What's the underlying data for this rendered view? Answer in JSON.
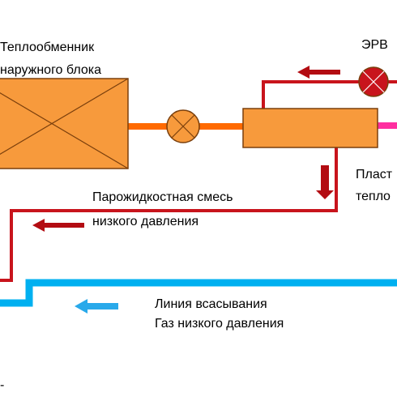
{
  "labels": {
    "hx_line1": "Теплообменник",
    "hx_line2": "наружного блока",
    "erv": "ЭРВ",
    "plate_line1": "Пласт",
    "plate_line2": "теплo",
    "mix_line1": "Парожидкостная смесь",
    "mix_line2": "низкого давления",
    "suction_line1": "Линия всасывания",
    "suction_line2": "Газ низкого давления",
    "corner_mark": "-"
  },
  "colors": {
    "hx_fill": "#f79a3c",
    "hx_stroke": "#7a3f0c",
    "valve_fill": "#f79a3c",
    "erv_fill": "#c8141c",
    "red_line": "#c8141c",
    "arrow_red": "#b30c12",
    "orange_pipe": "#ff6a00",
    "blue_line": "#00b0f0",
    "arrow_blue": "#29a9ea",
    "pink_pipe": "#ff2fa0"
  },
  "icons": {
    "heat_exchanger": "heat-exchanger-x-icon",
    "expansion_valve": "valve-x-icon",
    "erv": "erv-valve-x-icon",
    "arrow_red": "left-arrow-icon",
    "arrow_down": "down-arrow-icon",
    "arrow_blue": "left-arrow-icon"
  }
}
